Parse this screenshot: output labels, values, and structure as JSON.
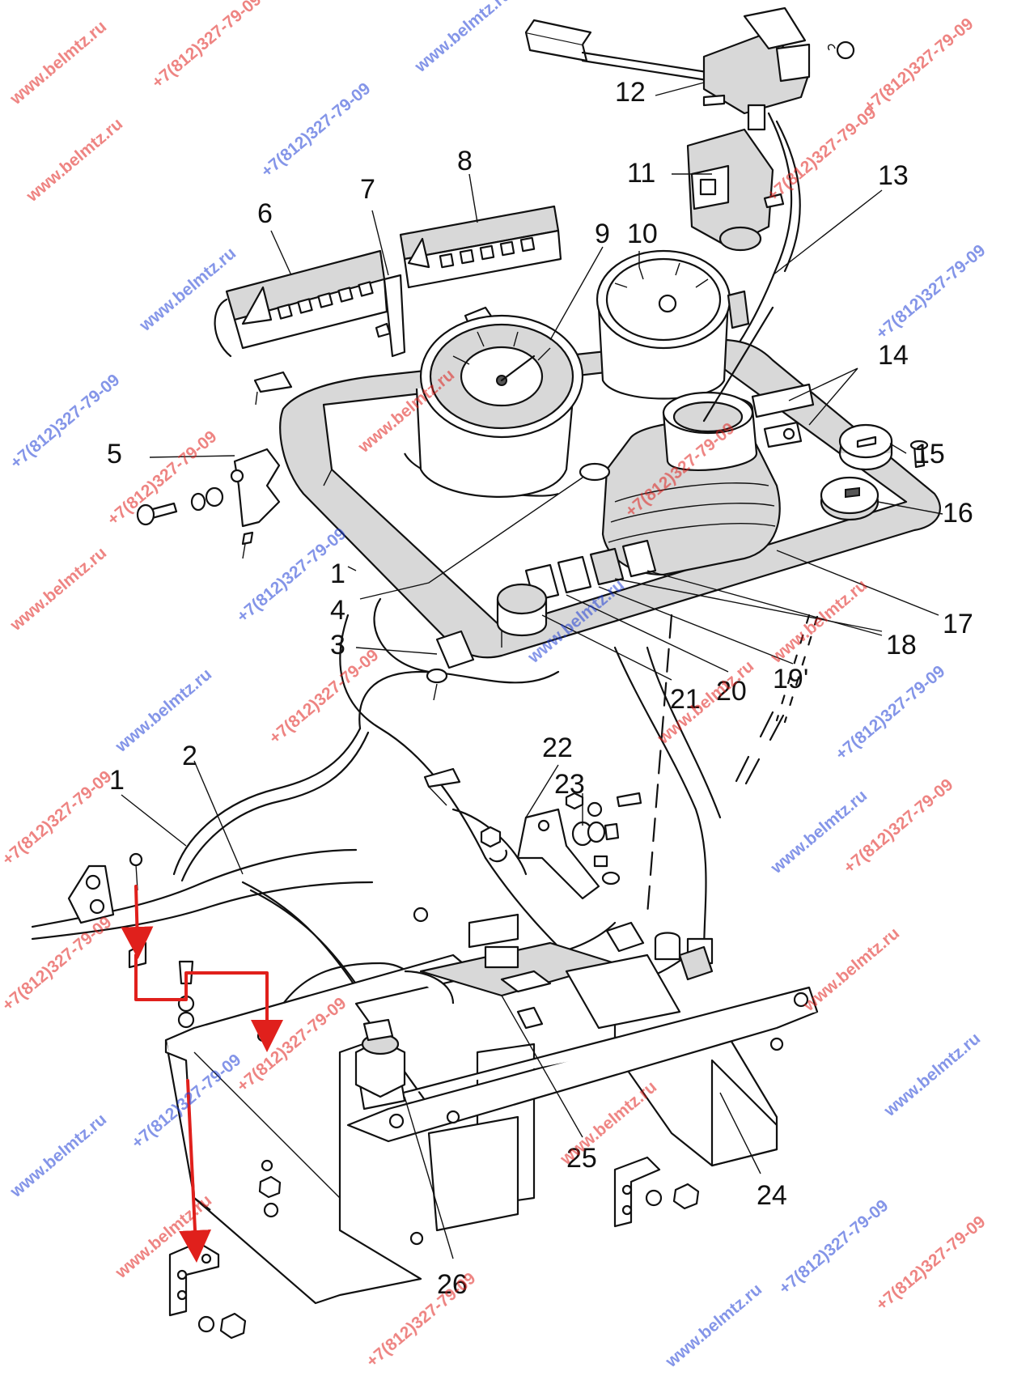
{
  "diagram": {
    "callouts": [
      {
        "id": "c1a",
        "text": "1"
      },
      {
        "id": "c1b",
        "text": "1"
      },
      {
        "id": "c2",
        "text": "2"
      },
      {
        "id": "c3",
        "text": "3"
      },
      {
        "id": "c4",
        "text": "4"
      },
      {
        "id": "c5",
        "text": "5"
      },
      {
        "id": "c6",
        "text": "6"
      },
      {
        "id": "c7",
        "text": "7"
      },
      {
        "id": "c8",
        "text": "8"
      },
      {
        "id": "c9",
        "text": "9"
      },
      {
        "id": "c10",
        "text": "10"
      },
      {
        "id": "c11",
        "text": "11"
      },
      {
        "id": "c12",
        "text": "12"
      },
      {
        "id": "c13",
        "text": "13"
      },
      {
        "id": "c14",
        "text": "14"
      },
      {
        "id": "c15",
        "text": "15"
      },
      {
        "id": "c16",
        "text": "16"
      },
      {
        "id": "c17",
        "text": "17"
      },
      {
        "id": "c18",
        "text": "18"
      },
      {
        "id": "c19",
        "text": "19'"
      },
      {
        "id": "c20",
        "text": "20"
      },
      {
        "id": "c21",
        "text": "21"
      },
      {
        "id": "c22",
        "text": "22"
      },
      {
        "id": "c23",
        "text": "23"
      },
      {
        "id": "c24",
        "text": "24"
      },
      {
        "id": "c25",
        "text": "25"
      },
      {
        "id": "c26",
        "text": "26"
      }
    ],
    "watermarks": {
      "site_a": "www.belmtz.ru",
      "site_b": "www.belmtz.ru",
      "phone": "+7(812)327-79-09"
    },
    "colors": {
      "line": "#111111",
      "fill": "#d8d8d8",
      "arrow": "#e0201c",
      "watermark_red": "#e0201c",
      "watermark_blue": "#1f3fd6"
    }
  }
}
